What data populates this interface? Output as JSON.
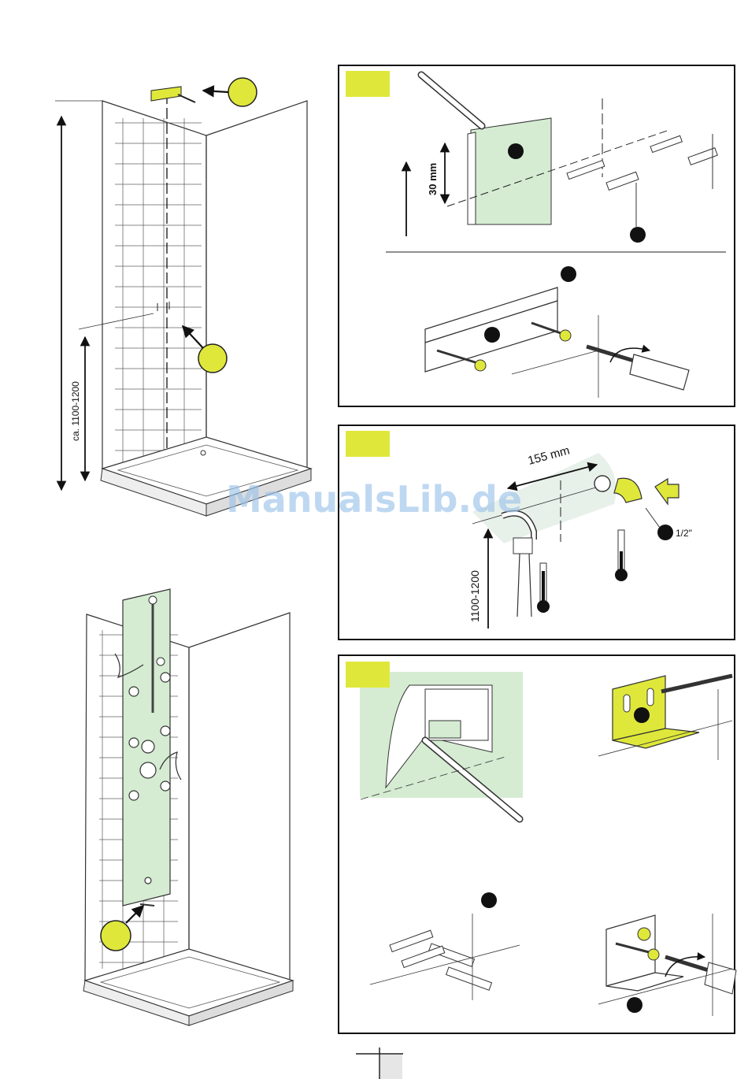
{
  "left_top": {
    "height_label": "ca. 1100-1200"
  },
  "panel_1": {
    "dim_30": "30 mm"
  },
  "panel_2": {
    "dim_155": "155 mm",
    "height_label": "1100-1200",
    "thread": "1/2\""
  },
  "watermark": "ManualsLib.de",
  "colors": {
    "accent": "#dfe83a",
    "glass": "#d5ecd2",
    "line": "#222222"
  }
}
